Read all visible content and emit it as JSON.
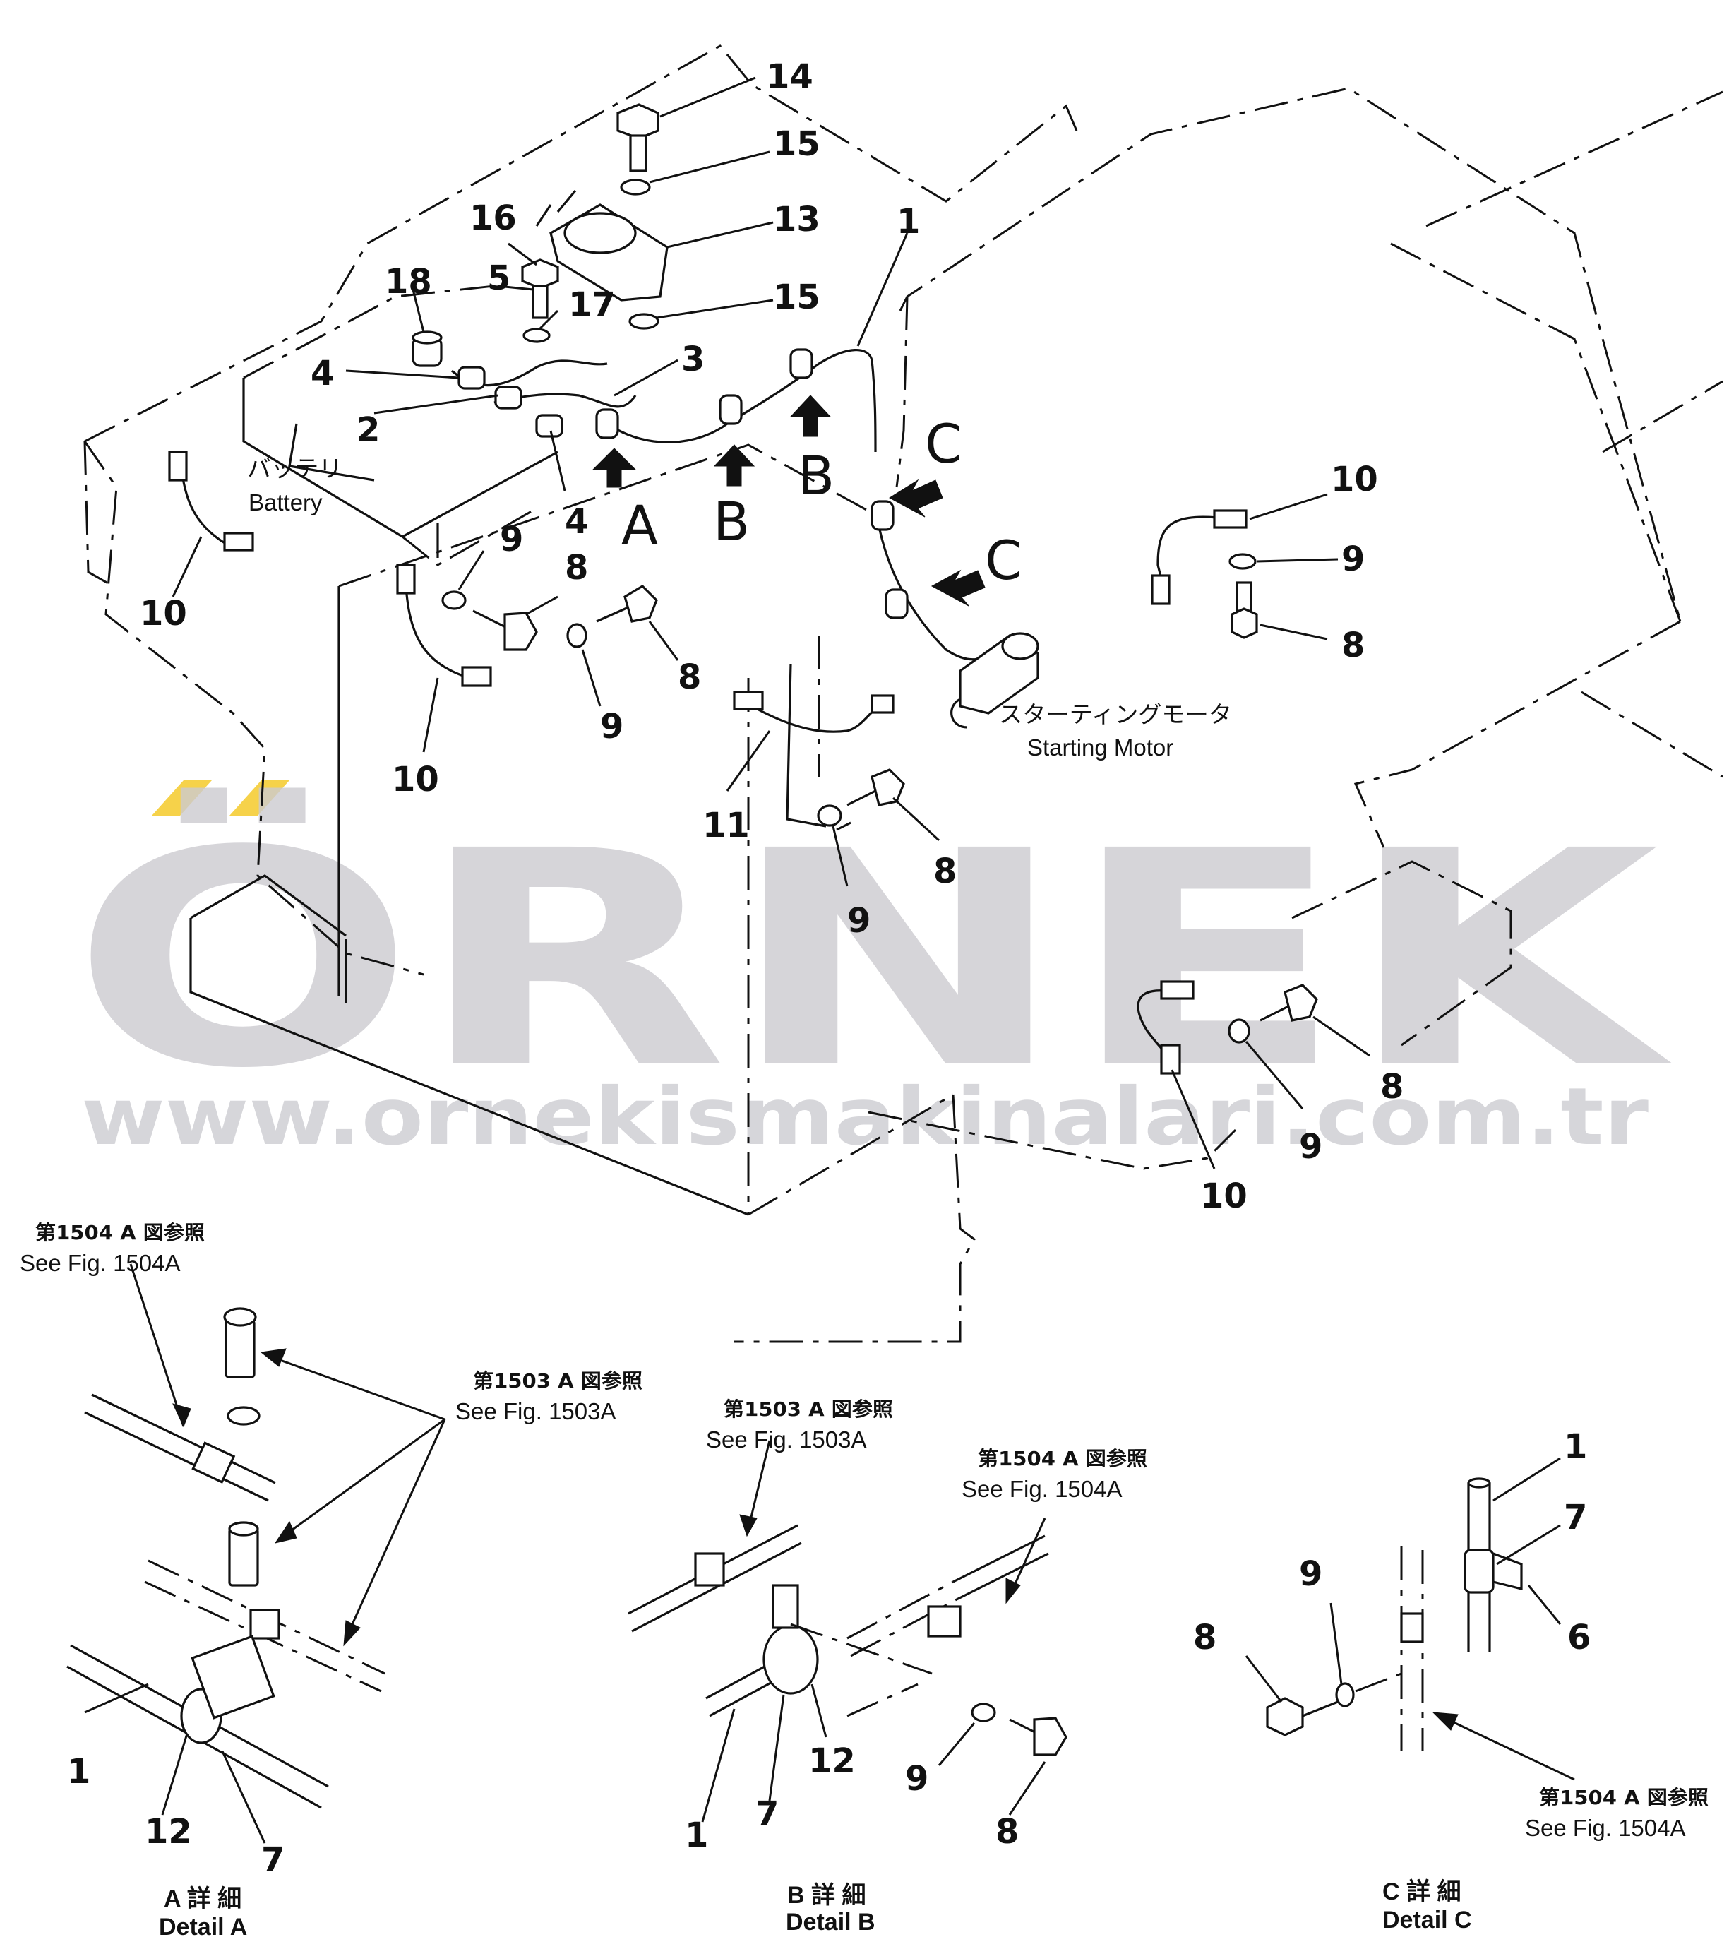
{
  "watermark": {
    "brand": "ÖRNEK",
    "url": "www.ornekismakinalari.com.tr",
    "accent_color": "#f6d24a",
    "text_color": "#cccbd0"
  },
  "annotations": {
    "battery_jp": "バッテリ",
    "battery_en": "Battery",
    "starting_motor_jp": "スターティングモータ",
    "starting_motor_en": "Starting Motor",
    "ref_1504a_jp": "第1504 A 図参照",
    "ref_1504a_en": "See Fig. 1504A",
    "ref_1503a_jp": "第1503 A 図参照",
    "ref_1503a_en": "See Fig. 1503A"
  },
  "detail_letters": {
    "a": "A",
    "b": "B",
    "c": "C"
  },
  "details": {
    "a_jp": "A 詳 細",
    "a_en": "Detail A",
    "b_jp": "B 詳 細",
    "b_en": "Detail B",
    "c_jp": "C 詳 細",
    "c_en": "Detail C"
  },
  "callouts": {
    "n1": "1",
    "n2": "2",
    "n3": "3",
    "n4": "4",
    "n5": "5",
    "n6": "6",
    "n7": "7",
    "n8": "8",
    "n9": "9",
    "n10": "10",
    "n11": "11",
    "n12": "12",
    "n13": "13",
    "n14": "14",
    "n15": "15",
    "n16": "16",
    "n17": "17",
    "n18": "18"
  }
}
